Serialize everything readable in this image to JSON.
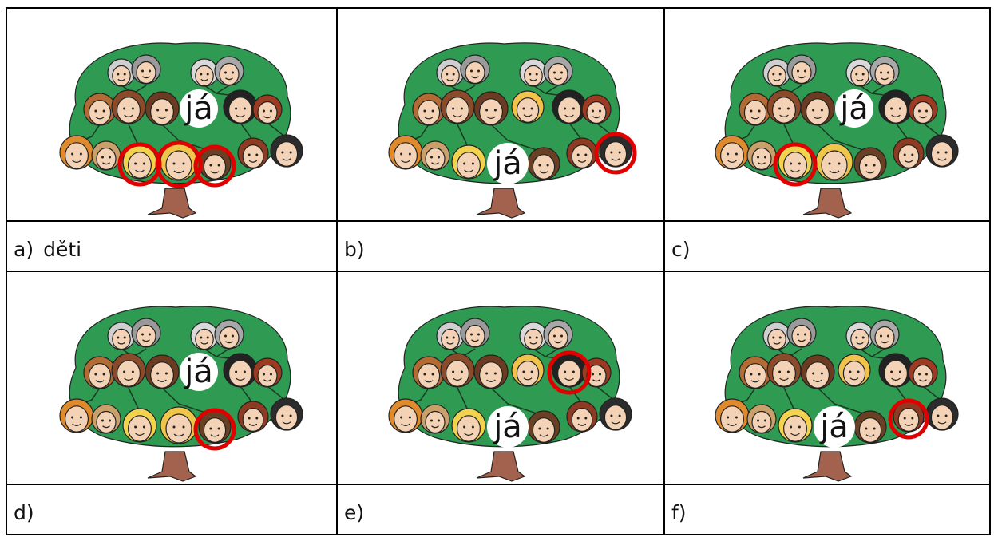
{
  "panels": [
    {
      "letter": "a)",
      "word": "děti",
      "self_label": "já",
      "self_position": "middle",
      "circled": [
        "children-1",
        "children-2",
        "children-3"
      ]
    },
    {
      "letter": "b)",
      "word": "",
      "self_label": "já",
      "self_position": "bottom-left",
      "circled": [
        "cousin-right"
      ]
    },
    {
      "letter": "c)",
      "word": "",
      "self_label": "já",
      "self_position": "middle",
      "circled": [
        "daughter"
      ]
    },
    {
      "letter": "d)",
      "word": "",
      "self_label": "já",
      "self_position": "middle",
      "circled": [
        "grandchild"
      ]
    },
    {
      "letter": "e)",
      "word": "",
      "self_label": "já",
      "self_position": "bottom-left",
      "circled": [
        "uncle"
      ]
    },
    {
      "letter": "f)",
      "word": "",
      "self_label": "já",
      "self_position": "bottom-left",
      "circled": [
        "cousin"
      ]
    }
  ],
  "colors": {
    "canopy": "#2e9a52",
    "trunk": "#a3624d",
    "highlight": "#e00000",
    "border": "#000000"
  }
}
